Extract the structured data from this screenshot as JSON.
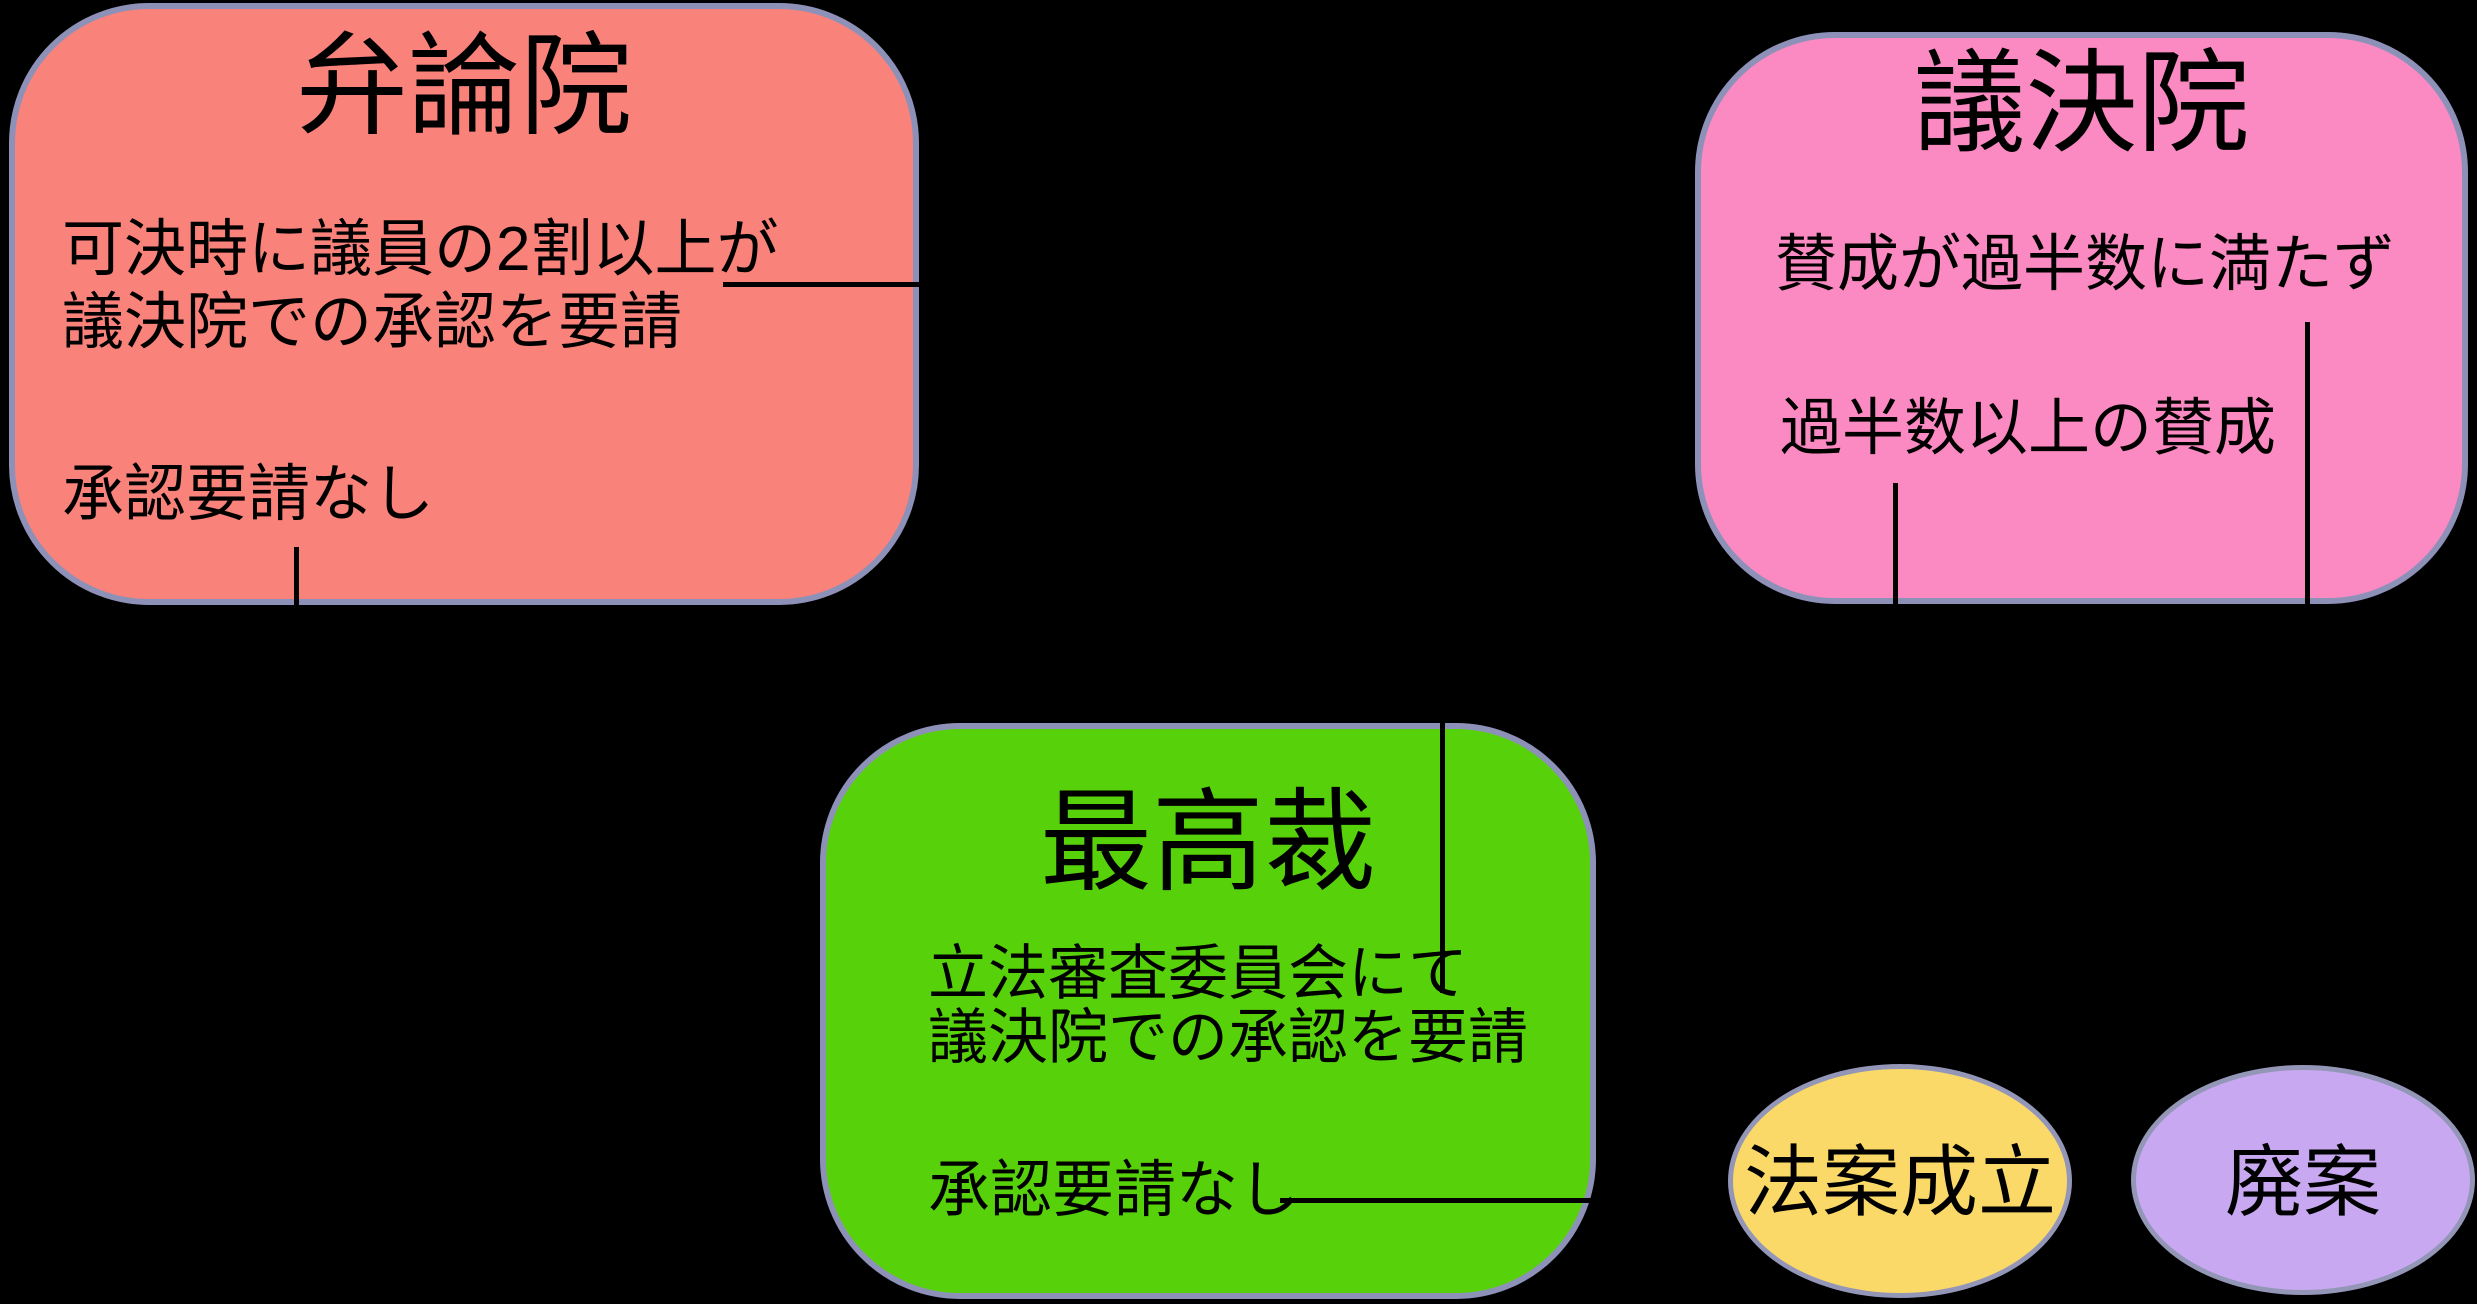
{
  "canvas": {
    "background": "#000000"
  },
  "palette": {
    "debate_fill": "#f9827b",
    "voting_fill": "#fa8ac1",
    "court_fill": "#57d20a",
    "passed_fill": "#fad969",
    "rejected_fill": "#c8a8f0",
    "box_border": "#8d91b8",
    "ellipse_border": "#9496b8",
    "line_color": "#000000",
    "text_color": "#000000"
  },
  "nodes": {
    "debate_house": {
      "title": "弁論院",
      "request_line1": "可決時に議員の2割以上が",
      "request_line2": "議決院での承認を要請",
      "no_request": "承認要請なし"
    },
    "voting_house": {
      "title": "議決院",
      "not_majority": "賛成が過半数に満たず",
      "majority": "過半数以上の賛成"
    },
    "supreme_court": {
      "title": "最高裁",
      "request_line1": "立法審査委員会にて",
      "request_line2": "議決院での承認を要請",
      "no_request": "承認要請なし"
    },
    "outcome_passed": {
      "label": "法案成立"
    },
    "outcome_rejected": {
      "label": "廃案"
    }
  }
}
